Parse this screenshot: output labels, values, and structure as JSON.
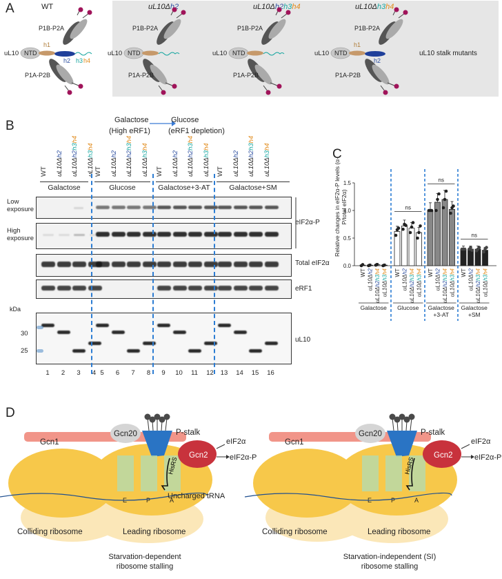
{
  "panelA": {
    "letter": "A",
    "constructs": [
      {
        "title": "WT",
        "title_parts": [
          {
            "t": "WT",
            "c": "plain"
          }
        ],
        "h1": "h1",
        "h2": "h2",
        "h3": "h3",
        "h4": "h4",
        "p1b": "P1B-P2A",
        "p1a": "P1A-P2B",
        "ntd": "NTD",
        "ul10": "uL10"
      },
      {
        "title_parts": [
          {
            "t": "uL10Δ",
            "c": "plain"
          },
          {
            "t": "h2",
            "c": "blue"
          }
        ],
        "p1b": "P1B-P2A",
        "p1a": "P1A-P2B",
        "ntd": "NTD",
        "ul10": "uL10"
      },
      {
        "title_parts": [
          {
            "t": "uL10Δ",
            "c": "plain"
          },
          {
            "t": "h2",
            "c": "blue"
          },
          {
            "t": "h3",
            "c": "teal"
          },
          {
            "t": "h4",
            "c": "orange"
          }
        ],
        "p1b": "P1B-P2A",
        "p1a": "P1A-P2B",
        "ntd": "NTD",
        "ul10": "uL10"
      },
      {
        "title_parts": [
          {
            "t": "uL10Δ",
            "c": "plain"
          },
          {
            "t": "h3",
            "c": "teal"
          },
          {
            "t": "h4",
            "c": "orange"
          }
        ],
        "h1": "h1",
        "h2": "h2",
        "p1b": "P1B-P2A",
        "p1a": "P1A-P2B",
        "ntd": "NTD",
        "ul10": "uL10"
      }
    ],
    "side_label": "uL10 stalk mutants"
  },
  "panelB": {
    "letter": "B",
    "shift_from": "Galactose",
    "shift_from_sub": "(High eRF1)",
    "shift_to": "Glucose",
    "shift_to_sub": "(eRF1 depletion)",
    "lane_labels": [
      [
        {
          "t": "WT",
          "c": "plain"
        }
      ],
      [
        {
          "t": "uL10Δ",
          "c": "plain"
        },
        {
          "t": "h2",
          "c": "blue"
        }
      ],
      [
        {
          "t": "uL10Δ",
          "c": "plain"
        },
        {
          "t": "h2",
          "c": "blue"
        },
        {
          "t": "h3",
          "c": "teal"
        },
        {
          "t": "h4",
          "c": "orange"
        }
      ],
      [
        {
          "t": "uL10Δ",
          "c": "plain"
        },
        {
          "t": "h3",
          "c": "teal"
        },
        {
          "t": "h4",
          "c": "orange"
        }
      ]
    ],
    "groups": [
      "Galactose",
      "Glucose",
      "Galactose+3-AT",
      "Galactose+SM"
    ],
    "row_labels_left": {
      "low": "Low exposure",
      "high": "High exposure"
    },
    "row_labels_right": {
      "eif2ap": "eIF2α-P",
      "total": "Total eIF2α",
      "erf1": "eRF1",
      "ul10": "uL10"
    },
    "kda": "kDa",
    "markers": [
      "30",
      "25"
    ],
    "lanes": [
      "1",
      "2",
      "3",
      "4",
      "5",
      "6",
      "7",
      "8",
      "9",
      "10",
      "11",
      "12",
      "13",
      "14",
      "15",
      "16"
    ]
  },
  "panelC": {
    "letter": "C",
    "ylabel": "Relative changes in eIF2α-P levels (α-P/total eIF2α)",
    "groups": [
      "Galactose",
      "Glucose",
      "Galactose +3-AT",
      "Galactose +SM"
    ],
    "ns": "ns"
  },
  "chart_data": {
    "type": "bar",
    "categories": [
      "WT",
      "uL10Δh2",
      "uL10Δh2h3h4",
      "uL10Δh3h4"
    ],
    "groups": [
      "Galactose",
      "Glucose",
      "Galactose +3-AT",
      "Galactose +SM"
    ],
    "series": [
      {
        "name": "Galactose",
        "values": [
          0.01,
          0.01,
          0.02,
          0.01
        ]
      },
      {
        "name": "Glucose",
        "values": [
          0.62,
          0.72,
          0.68,
          0.6
        ]
      },
      {
        "name": "Galactose +3-AT",
        "values": [
          1.0,
          1.15,
          1.2,
          1.02
        ]
      },
      {
        "name": "Galactose +SM",
        "values": [
          0.3,
          0.3,
          0.3,
          0.28
        ]
      }
    ],
    "ylabel": "Relative changes in eIF2α-P levels (α-P/total eIF2α)",
    "ylim": [
      0,
      1.5
    ],
    "yticks": [
      "0.0",
      "0.5",
      "1.0",
      "1.5"
    ]
  },
  "panelD": {
    "letter": "D",
    "left": {
      "gcn20": "Gcn20",
      "gcn1": "Gcn1",
      "pstalk": "P-stalk",
      "gcn2": "Gcn2",
      "eif2a": "eIF2α",
      "eif2ap": "eIF2α-P",
      "hisrs": "HisRS",
      "trna": "Uncharged tRNA",
      "sites": [
        "E",
        "P",
        "A"
      ],
      "colliding": "Colliding ribosome",
      "leading": "Leading ribosome",
      "caption1": "Starvation-dependent",
      "caption2": "ribosome stalling"
    },
    "right": {
      "gcn20": "Gcn20",
      "gcn1": "Gcn1",
      "pstalk": "P-stalk",
      "gcn2": "Gcn2",
      "eif2a": "eIF2α",
      "eif2ap": "eIF2α-P",
      "hisrs": "HisRS",
      "sites": [
        "E",
        "P",
        "A"
      ],
      "colliding": "Colliding ribosome",
      "leading": "Leading ribosome",
      "caption1": "Starvation-independent (SI)",
      "caption2": "ribosome stalling"
    }
  }
}
